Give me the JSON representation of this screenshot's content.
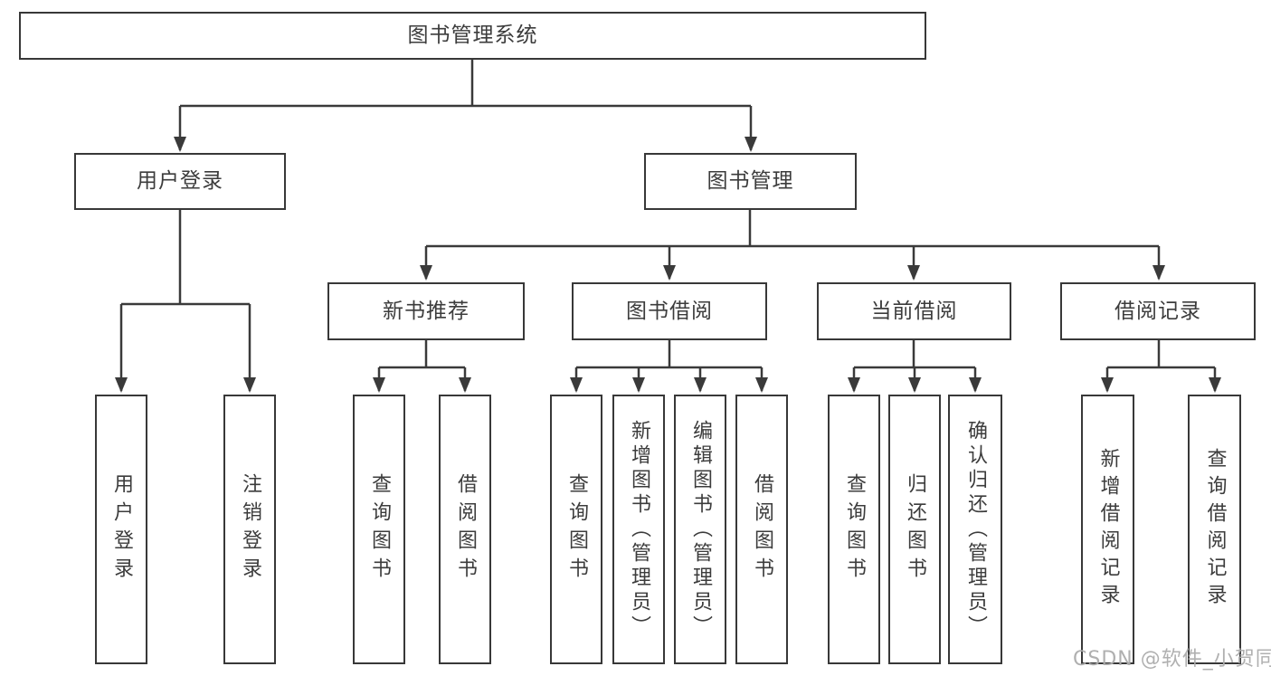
{
  "diagram": {
    "root": "图书管理系统",
    "level2": {
      "user_login": "用户登录",
      "book_mgmt": "图书管理"
    },
    "level3": {
      "new_books": "新书推荐",
      "borrow": "图书借阅",
      "current": "当前借阅",
      "records": "借阅记录"
    },
    "leaves": {
      "user_login": [
        "用户登录",
        "注销登录"
      ],
      "new_books": [
        "查询图书",
        "借阅图书"
      ],
      "borrow": [
        "查询图书",
        "新增图书（管理员）",
        "编辑图书（管理员）",
        "借阅图书"
      ],
      "current": [
        "查询图书",
        "归还图书",
        "确认归还（管理员）"
      ],
      "records": [
        "新增借阅记录",
        "查询借阅记录"
      ]
    },
    "watermark": "CSDN @软件_小贺同学",
    "colors": {
      "line": "#3a3a3a",
      "text": "#3c3c3c",
      "background": "#ffffff",
      "watermark": "#acacac"
    }
  }
}
